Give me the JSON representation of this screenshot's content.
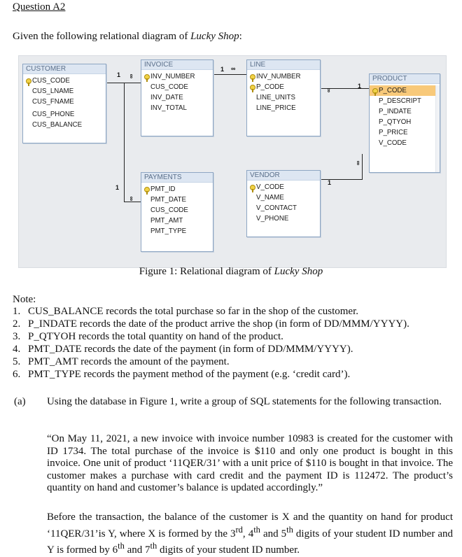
{
  "heading": "Question A2",
  "intro": {
    "text": "Given the following relational diagram of ",
    "shop": "Lucky Shop",
    "end": ":"
  },
  "diagram": {
    "tables": {
      "customer": {
        "title": "CUSTOMER",
        "fields": [
          "CUS_CODE",
          "CUS_LNAME",
          "CUS_FNAME",
          "CUS_PHONE",
          "CUS_BALANCE"
        ]
      },
      "invoice": {
        "title": "INVOICE",
        "fields": [
          "INV_NUMBER",
          "CUS_CODE",
          "INV_DATE",
          "INV_TOTAL"
        ]
      },
      "line": {
        "title": "LINE",
        "fields": [
          "INV_NUMBER",
          "P_CODE",
          "LINE_UNITS",
          "LINE_PRICE"
        ]
      },
      "product": {
        "title": "PRODUCT",
        "fields": [
          "P_CODE",
          "P_DESCRIPT",
          "P_INDATE",
          "P_QTYOH",
          "P_PRICE",
          "V_CODE"
        ]
      },
      "payments": {
        "title": "PAYMENTS",
        "fields": [
          "PMT_ID",
          "PMT_DATE",
          "CUS_CODE",
          "PMT_AMT",
          "PMT_TYPE"
        ]
      },
      "vendor": {
        "title": "VENDOR",
        "fields": [
          "V_CODE",
          "V_NAME",
          "V_CONTACT",
          "V_PHONE"
        ]
      }
    },
    "cardinality": {
      "one": "1",
      "many": "∞"
    }
  },
  "caption": {
    "text": "Figure 1: Relational diagram of ",
    "shop": "Lucky Shop"
  },
  "note_label": "Note:",
  "notes": [
    {
      "num": "1.",
      "text": "CUS_BALANCE records the total purchase so far in the shop of the customer."
    },
    {
      "num": "2.",
      "text": "P_INDATE records the date of the product arrive the shop (in form of DD/MMM/YYYY)."
    },
    {
      "num": "3.",
      "text": "P_QTYOH records the total quantity on hand of the product."
    },
    {
      "num": "4.",
      "text": "PMT_DATE records the date of the payment (in form of DD/MMM/YYYY)."
    },
    {
      "num": "5.",
      "text": "PMT_AMT records the amount of the payment."
    },
    {
      "num": "6.",
      "text": "PMT_TYPE records the payment method of the payment (e.g. ‘credit card’)."
    }
  ],
  "part_a": {
    "label": "(a)",
    "instruction": "Using the database in Figure 1, write a group of SQL statements for the following transaction.",
    "scenario": "“On May 11, 2021, a new invoice with invoice number 10983 is created for the customer with ID 1734. The total purchase of the invoice is $110 and only one product is bought in this invoice. One unit of product ‘11QER/31’ with a unit price of $110 is bought in that invoice. The customer makes a purchase with card credit and the payment ID is 112472. The product’s quantity on hand and customer’s balance is updated accordingly.”",
    "before_a": "Before the transaction, the balance of the customer is X and the quantity on hand for product ‘11QER/31’is Y, where X is formed by the 3",
    "sup1": "rd",
    "before_b": ", 4",
    "sup2": "th",
    "before_c": " and 5",
    "sup3": "th",
    "before_d": " digits of your student ID number and Y is formed by 6",
    "sup4": "th",
    "before_e": " and 7",
    "sup5": "th",
    "before_f": " digits of your student ID number."
  }
}
